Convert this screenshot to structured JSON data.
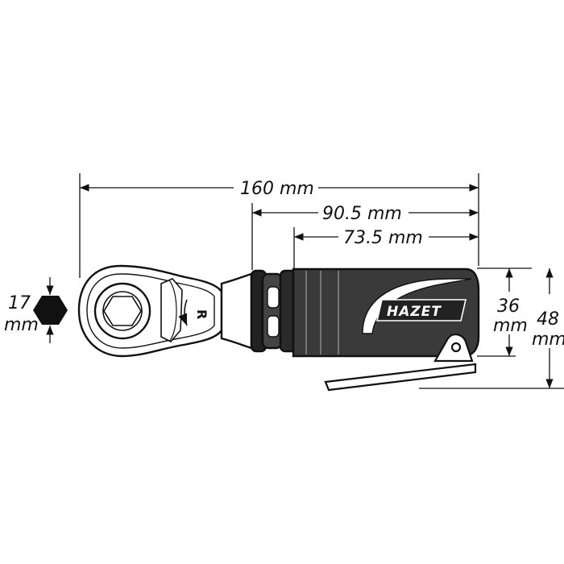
{
  "dimensions": {
    "overall_length": "160 mm",
    "body_length": "90.5 mm",
    "grip_length": "73.5 mm",
    "hex_value": "17",
    "hex_unit": "mm",
    "body_height_value": "36",
    "body_height_unit": "mm",
    "total_height_value": "48",
    "total_height_unit": "mm"
  },
  "tool": {
    "brand": "HAZET",
    "direction_marker": "R"
  }
}
